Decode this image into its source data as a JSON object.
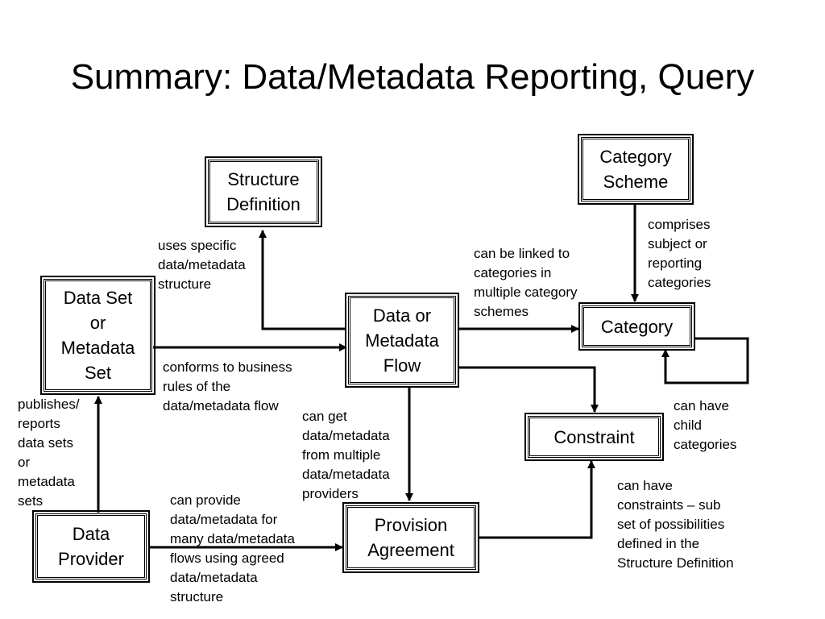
{
  "title": "Summary: Data/Metadata Reporting, Query",
  "nodes": {
    "structure_definition": "Structure\nDefinition",
    "category_scheme": "Category\nScheme",
    "data_set": "Data Set\nor\nMetadata\nSet",
    "flow": "Data or\nMetadata\nFlow",
    "category": "Category",
    "constraint": "Constraint",
    "data_provider": "Data\nProvider",
    "provision_agreement": "Provision\nAgreement"
  },
  "labels": {
    "uses_structure": "uses specific\ndata/metadata\nstructure",
    "linked_categories": "can be linked to\ncategories in\nmultiple category\nschemes",
    "comprises": "comprises\nsubject or\nreporting\ncategories",
    "conforms": "conforms to business\nrules of the\ndata/metadata flow",
    "publishes": "publishes/\nreports\ndata sets\nor\nmetadata\nsets",
    "get_from_providers": "can get\ndata/metadata\nfrom multiple\ndata/metadata\nproviders",
    "child_categories": "can have\nchild\ncategories",
    "provide_many_flows": "can provide\ndata/metadata for\nmany data/metadata\nflows using agreed\ndata/metadata\nstructure",
    "constraints": "can have\nconstraints – sub\nset of possibilities\ndefined in the\nStructure Definition"
  }
}
